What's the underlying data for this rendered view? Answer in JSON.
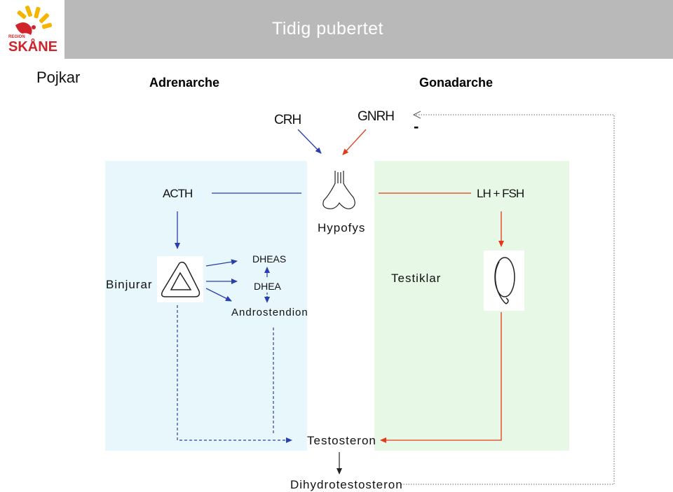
{
  "slide": {
    "title": "Tidig pubertet"
  },
  "logo": {
    "small_text": "REGION",
    "brand_text": "SKÅNE",
    "colors": {
      "sun": "#f4b400",
      "red": "#d1232a"
    }
  },
  "diagram": {
    "subject": "Pojkar",
    "heading_left": "Adrenarche",
    "heading_right": "Gonadarche",
    "hormones": {
      "crh": "CRH",
      "gnrh": "GNRH",
      "feedback_sign": "-",
      "acth": "ACTH",
      "lh_fsh": "LH + FSH"
    },
    "organs": {
      "hypofys": "Hypofys",
      "binjurar": "Binjurar",
      "testiklar": "Testiklar"
    },
    "products": {
      "dheas": "DHEAS",
      "dhea": "DHEA",
      "androstendion": "Androstendion",
      "testosteron": "Testosteron",
      "dihydrotestosteron": "Dihydrotestosteron"
    },
    "colors": {
      "blue_arrow": "#2a3fae",
      "red_arrow": "#e23a1a",
      "panel_left": "#e7f7fb",
      "panel_right": "#e8f8e6"
    }
  }
}
